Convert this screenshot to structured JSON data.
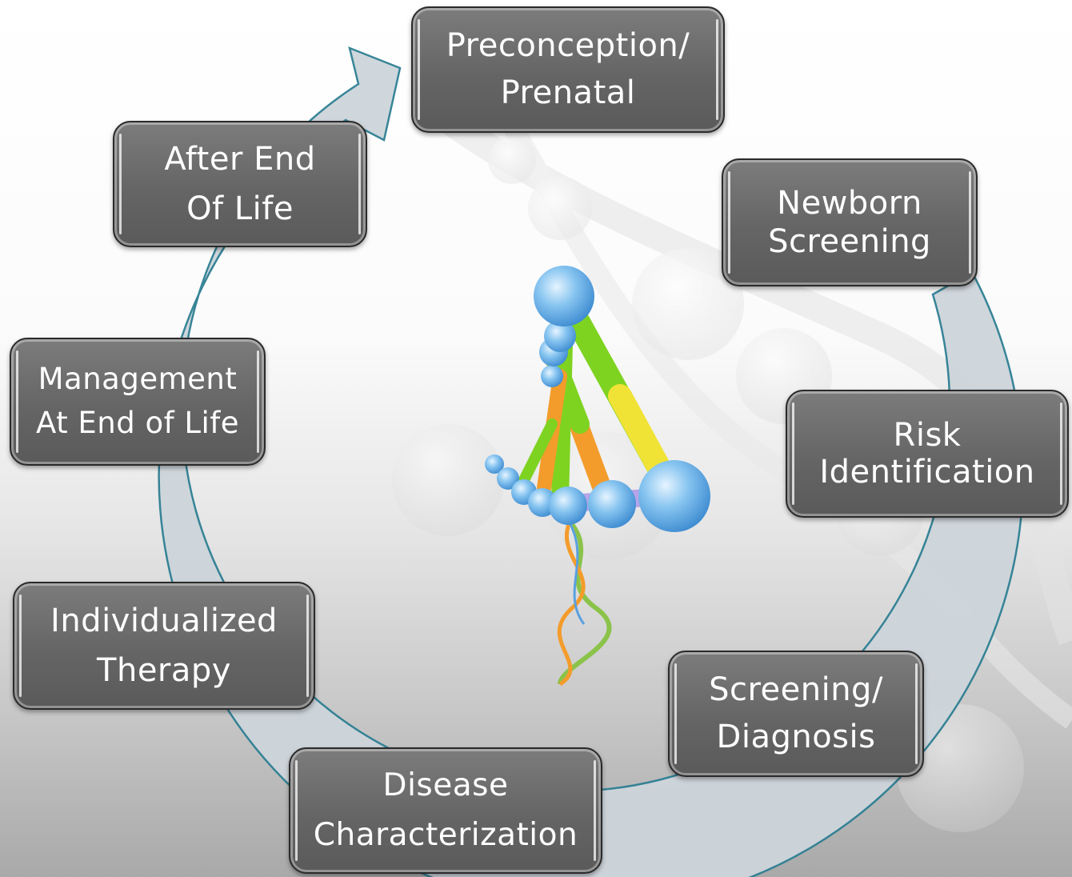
{
  "diagram": {
    "stages": [
      {
        "id": "preconception",
        "line1": "Preconception/",
        "line2": "Prenatal"
      },
      {
        "id": "newborn",
        "line1": "Newborn",
        "line2": "Screening"
      },
      {
        "id": "risk",
        "line1": "Risk",
        "line2": "Identification"
      },
      {
        "id": "screening",
        "line1": "Screening/",
        "line2": "Diagnosis"
      },
      {
        "id": "disease",
        "line1": "Disease",
        "line2": "Characterization"
      },
      {
        "id": "therapy",
        "line1": "Individualized",
        "line2": "Therapy"
      },
      {
        "id": "management",
        "line1": "Management",
        "line2": "At End of Life"
      },
      {
        "id": "after",
        "line1": "After End",
        "line2": "Of Life"
      }
    ],
    "colors": {
      "cycle_arrow_fill": "#cdd5db",
      "cycle_arrow_outline": "#2e7f93",
      "box_fill": "#6a6a6a",
      "box_text": "#ffffff"
    },
    "icons": [
      "dna-molecule-icon",
      "cycle-arrow-icon"
    ]
  }
}
